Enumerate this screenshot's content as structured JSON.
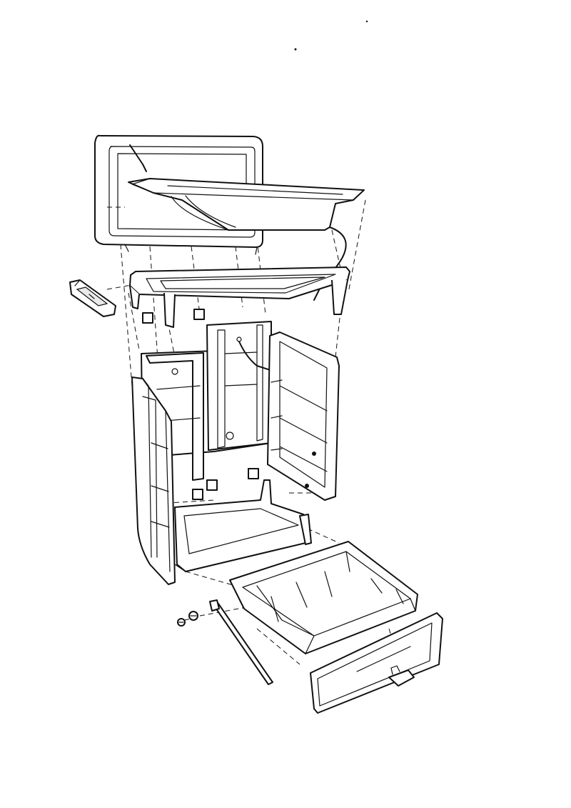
{
  "diagram": {
    "kind": "exploded-assembly-line-drawing",
    "callouts": [],
    "parts": [
      "lid-frame",
      "tub-tray",
      "top-frame",
      "side-handle",
      "back-panel",
      "left-side-panel",
      "right-side-frame",
      "base-tray",
      "drawer",
      "drawer-front",
      "drawer-pull",
      "drawer-runner-rod",
      "screws"
    ],
    "ink_color": "#111111",
    "paper_color": "#ffffff"
  }
}
